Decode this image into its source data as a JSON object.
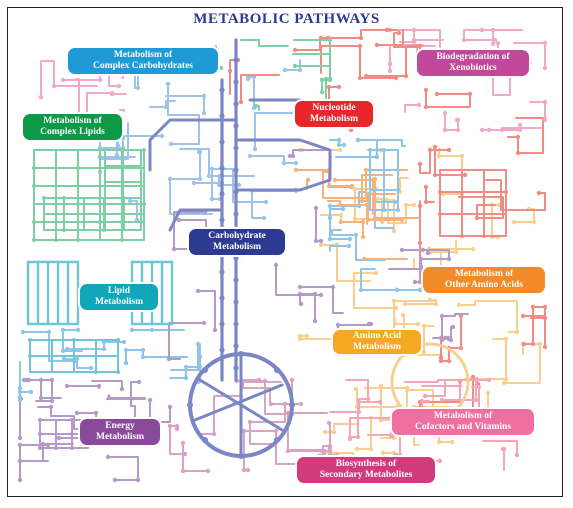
{
  "title": "METABOLIC PATHWAYS",
  "categories": [
    {
      "key": "complex_carbs",
      "line1": "Metabolism of",
      "line2": "Complex Carbohydrates",
      "color": "#1e9ad6"
    },
    {
      "key": "xenobiotics",
      "line1": "Biodegradation of",
      "line2": "Xenobiotics",
      "color": "#c2489a"
    },
    {
      "key": "nucleotide",
      "line1": "Nucleotide",
      "line2": "Metabolism",
      "color": "#e8262c"
    },
    {
      "key": "complex_lipids",
      "line1": "Metabolism of",
      "line2": "Complex Lipids",
      "color": "#0d9a48"
    },
    {
      "key": "carbohydrate",
      "line1": "Carbohydrate",
      "line2": "Metabolism",
      "color": "#2d3a92"
    },
    {
      "key": "other_amino",
      "line1": "Metabolism of",
      "line2": "Other Amino Acids",
      "color": "#f28a2a"
    },
    {
      "key": "lipid",
      "line1": "Lipid",
      "line2": "Metabolism",
      "color": "#12a7b8"
    },
    {
      "key": "amino_acid",
      "line1": "Amino Acid",
      "line2": "Metabolism",
      "color": "#f7a823"
    },
    {
      "key": "cofactors",
      "line1": "Metabolism of",
      "line2": "Cofactors and Vitamins",
      "color": "#ee6fa0"
    },
    {
      "key": "energy",
      "line1": "Energy",
      "line2": "Metabolism",
      "color": "#8a4a9c"
    },
    {
      "key": "secondary",
      "line1": "Biosynthesis of",
      "line2": "Secondary Metabolites",
      "color": "#d23b7b"
    }
  ],
  "pathway_colors": {
    "carbohydrate": "#7b86c4",
    "carbs_light": "#9fc3e8",
    "lipids_green": "#7fcfa4",
    "lipid_cyan": "#6ec6d6",
    "nucleotide": "#f08c84",
    "xenobiotic": "#f1a9c7",
    "amino": "#f8cf8e",
    "other_amino": "#f6b27c",
    "cofactor": "#f4a6b6",
    "energy": "#b49ac9",
    "secondary": "#d9a3c4",
    "misc_blue": "#8fc5e6"
  }
}
